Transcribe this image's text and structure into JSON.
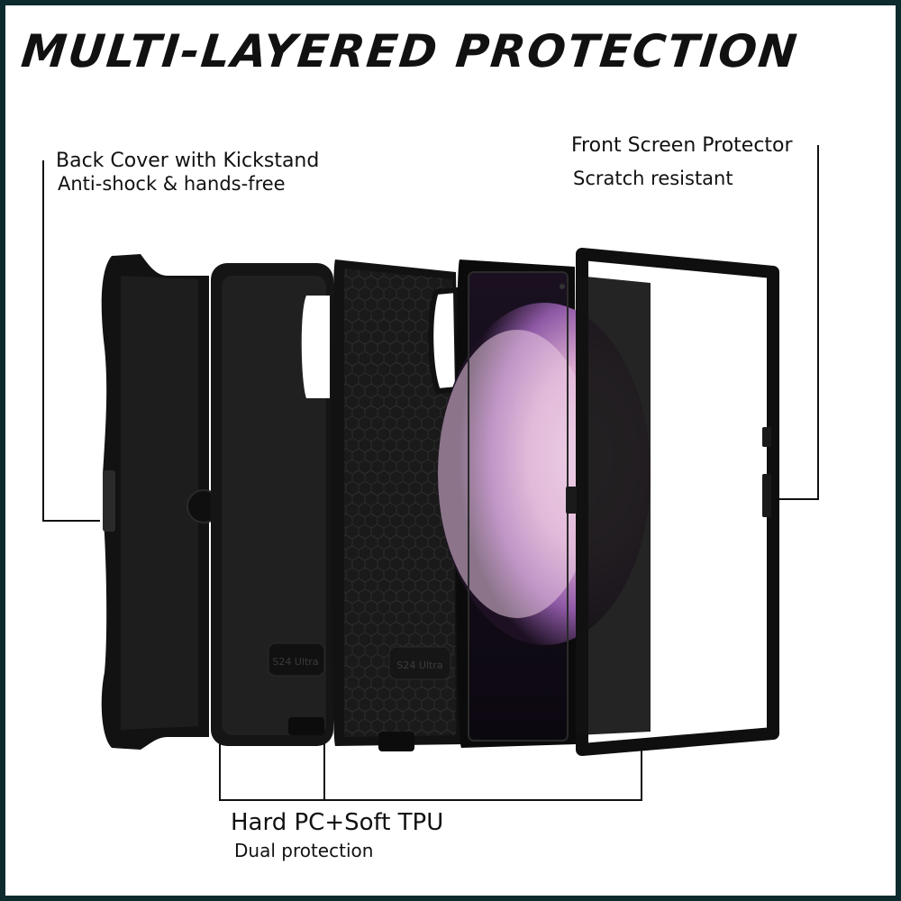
{
  "headline": "MULTI-LAYERED PROTECTION",
  "callouts": {
    "back": {
      "title": "Back Cover with Kickstand",
      "subtitle": "Anti-shock & hands-free"
    },
    "front": {
      "title": "Front Screen Protector",
      "subtitle": "Scratch resistant"
    },
    "middle": {
      "title": "Hard PC+Soft TPU",
      "subtitle": "Dual protection"
    }
  },
  "case_emboss": "S24 Ultra",
  "colors": {
    "border": "#0d2a2e",
    "case": "#141414",
    "screen_accent": "#b98fc2"
  }
}
